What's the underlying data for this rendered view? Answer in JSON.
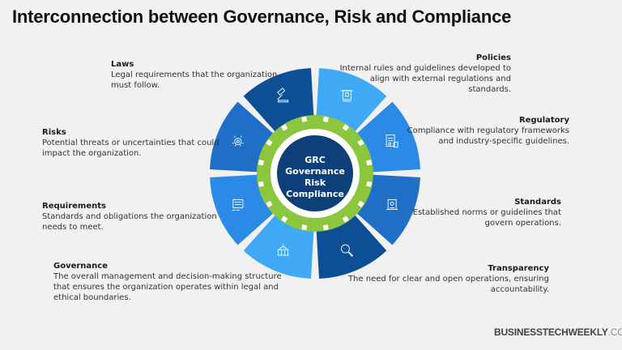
{
  "title": "Interconnection between Governance, Risk and Compliance",
  "center": {
    "lines": [
      "GRC",
      "Governance",
      "Risk",
      "Compliance"
    ],
    "color": "#0d3f78"
  },
  "colors": {
    "background": "#f1f1f1",
    "light_blue": "#3fa9f5",
    "mid_blue": "#2b8ae6",
    "blue": "#1f6fc7",
    "dark_blue": "#0d4f94",
    "green_ring": "#8cc63f",
    "center": "#0d3f78"
  },
  "segments": [
    {
      "name": "Policies",
      "icon": "podium-document-icon",
      "color": "#3fa9f5"
    },
    {
      "name": "Regulatory",
      "icon": "document-stamp-icon",
      "color": "#2b8ae6"
    },
    {
      "name": "Standards",
      "icon": "scroll-certificate-icon",
      "color": "#1f6fc7"
    },
    {
      "name": "Transparency",
      "icon": "magnifying-glass-icon",
      "color": "#0d4f94"
    },
    {
      "name": "Governance",
      "icon": "government-building-icon",
      "color": "#3fa9f5"
    },
    {
      "name": "Requirements",
      "icon": "checklist-board-icon",
      "color": "#2b8ae6"
    },
    {
      "name": "Risks",
      "icon": "risk-gear-icon",
      "color": "#1f6fc7"
    },
    {
      "name": "Laws",
      "icon": "gavel-icon",
      "color": "#0d4f94"
    }
  ],
  "labels": {
    "laws": {
      "heading": "Laws",
      "lines": [
        "Legal requirements that the organization",
        "must follow."
      ]
    },
    "risks": {
      "heading": "Risks",
      "lines": [
        "Potential threats or uncertainties that could",
        "impact the organization."
      ]
    },
    "requirements": {
      "heading": "Requirements",
      "lines": [
        "Standards and obligations the organization",
        "needs to meet."
      ]
    },
    "governance": {
      "heading": "Governance",
      "lines": [
        "The overall management and decision-making structure",
        "that ensures the organization operates within legal and",
        "ethical boundaries."
      ]
    },
    "policies": {
      "heading": "Policies",
      "lines": [
        "Internal rules and guidelines developed to",
        "align with external regulations and",
        "standards."
      ]
    },
    "regulatory": {
      "heading": "Regulatory",
      "lines": [
        "Compliance with regulatory frameworks",
        "and industry-specific guidelines."
      ]
    },
    "standards": {
      "heading": "Standards",
      "lines": [
        "Established norms or guidelines that",
        "govern operations."
      ]
    },
    "transparency": {
      "heading": "Transparency",
      "lines": [
        "The need for clear and open operations, ensuring",
        "accountability."
      ]
    }
  },
  "brand": {
    "main": "BUSINESSTECHWEEKLY",
    "suffix": ".COM"
  }
}
